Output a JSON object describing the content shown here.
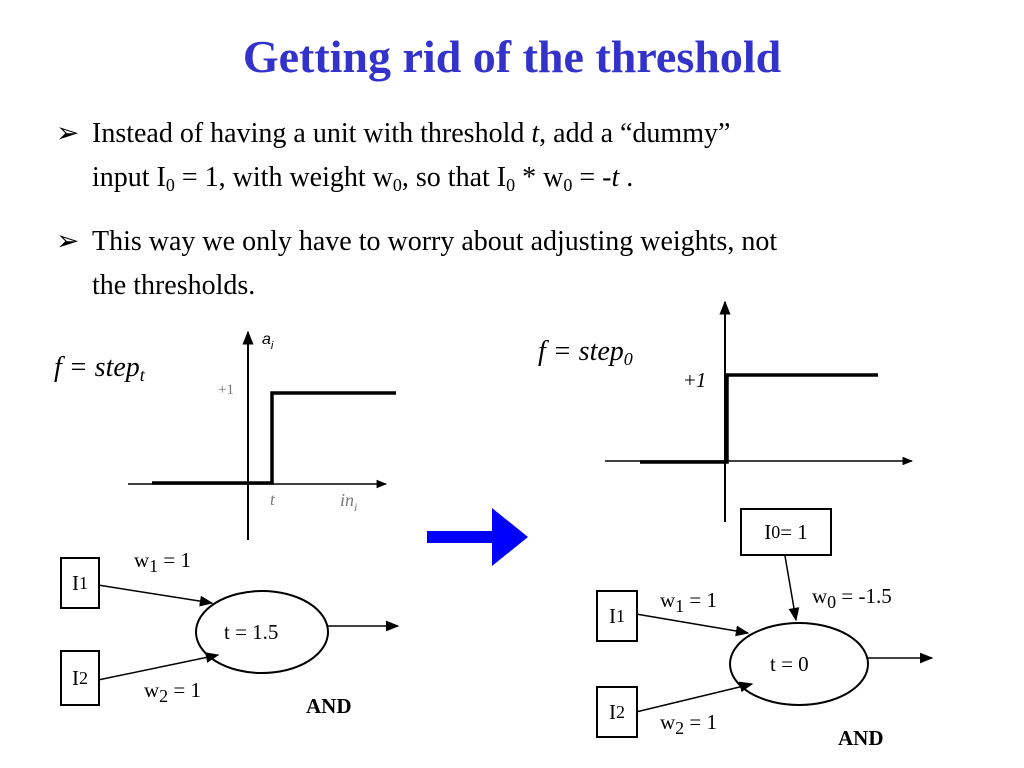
{
  "slide": {
    "title": "Getting rid of the threshold",
    "bullet_mark": "➢",
    "bullet1": {
      "p1": "Instead of having  a unit with threshold ",
      "t": "t",
      "p2": ", add a “dummy” ",
      "p3": "input I",
      "sub0a": "0",
      "p4": " = 1, with weight w",
      "sub0b": "0",
      "p5": ", so that I",
      "sub0c": "0",
      "p6": " * w",
      "sub0d": "0",
      "p7": "  = -",
      "t2": "t",
      "p8": " ."
    },
    "bullet2": {
      "line1": "This way we only have to worry about adjusting weights, not",
      "line2": "the thresholds."
    }
  },
  "left": {
    "f_label": "f = step",
    "f_sub": "t",
    "ai_label": "a",
    "ai_sub": "i",
    "plus1": "+1",
    "t_tick": "t",
    "in_label": "in",
    "in_sub": "i",
    "I1": "I",
    "I1_sub": "1",
    "I2": "I",
    "I2_sub": "2",
    "w1": "w",
    "w1_sub": "1",
    "w1_val": " = 1",
    "w2": "w",
    "w2_sub": "2",
    "w2_val": " = 1",
    "node": "t = 1.5",
    "and": "AND"
  },
  "right": {
    "f_label": "f = step",
    "f_sub": "0",
    "plus1_plus": "+",
    "plus1_one": "1",
    "I0": "I",
    "I0_sub": "0",
    "I0_val": "= 1",
    "I1": "I",
    "I1_sub": "1",
    "I2": "I",
    "I2_sub": "2",
    "w0": "w",
    "w0_sub": "0",
    "w0_val": " = -1.5",
    "w1": "w",
    "w1_sub": "1",
    "w1_val": " = 1",
    "w2": "w",
    "w2_sub": "2",
    "w2_val": " = 1",
    "node": "t = 0",
    "and": "AND"
  },
  "colors": {
    "title": "#3333cc",
    "arrow": "#0000ff"
  }
}
